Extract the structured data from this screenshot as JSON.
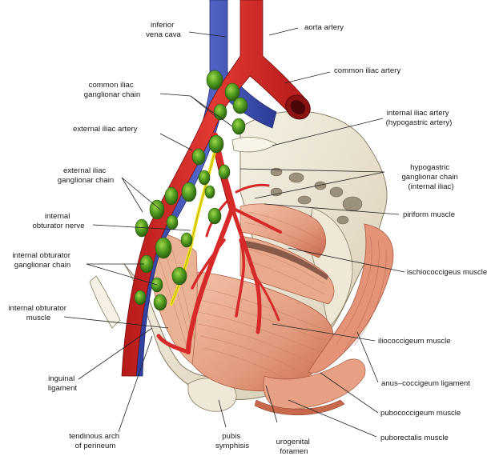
{
  "labels": {
    "inferior_vena_cava": [
      "inferior",
      "vena cava"
    ],
    "aorta_artery": [
      "aorta artery"
    ],
    "common_iliac_artery": [
      "common iliac artery"
    ],
    "common_iliac_chain": [
      "common iliac",
      "ganglionar chain"
    ],
    "internal_iliac_artery": [
      "internal iliac artery",
      "(hypogastric artery)"
    ],
    "external_iliac_artery": [
      "external iliac artery"
    ],
    "external_iliac_chain": [
      "external iliac",
      "ganglionar chain"
    ],
    "hypogastric_chain": [
      "hypogastric",
      "ganglionar chain",
      "(internal iliac)"
    ],
    "internal_obturator_nerve": [
      "internal",
      "obturator nerve"
    ],
    "piriform_muscle": [
      "piriform muscle"
    ],
    "internal_obturator_chain": [
      "internal obturator",
      "ganglionar chain"
    ],
    "ischiococcigeus_muscle": [
      "ischiococcigeus muscle"
    ],
    "internal_obturator_muscle": [
      "internal obturator",
      "muscle"
    ],
    "iliococcigeum_muscle": [
      "iliococcigeum muscle"
    ],
    "inguinal_ligament": [
      "inguinal",
      "ligament"
    ],
    "anus_coccigeum_ligament": [
      "anus–coccigeum ligament"
    ],
    "pubococcigeum_muscle": [
      "pubococcigeum muscle"
    ],
    "tendinous_arch": [
      "tendinous arch",
      "of perineum"
    ],
    "pubis_symphisis": [
      "pubis",
      "symphisis"
    ],
    "urogenital_foramen": [
      "urogenital",
      "foramen"
    ],
    "puborectalis_muscle": [
      "puborectalis muscle"
    ]
  },
  "colors": {
    "artery": "#d62a2a",
    "vein": "#3d4fb0",
    "node": "#4f9a1f",
    "nerve": "#f0e21a",
    "bone": "#ece4d0",
    "muscle": "#e8a084",
    "muscle_dark": "#c8694e"
  }
}
